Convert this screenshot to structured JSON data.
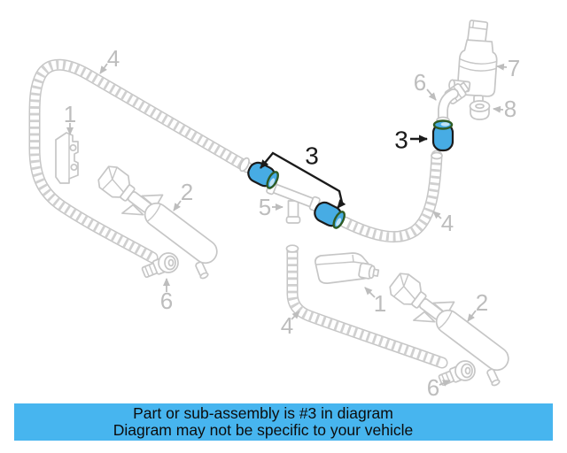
{
  "page": {
    "background": "#ffffff",
    "type": "parts-diagram"
  },
  "colors": {
    "line": "#c6c6c6",
    "ribs": "#d0d0d0",
    "label": "#bdbdbd",
    "callout": "#1b1b1b",
    "hl": "#47ace4",
    "rim": "#2f5b24",
    "banner-bg": "#47b5ef",
    "banner-text": "#0c0c0c"
  },
  "banner": {
    "line1": "Part or sub-assembly is #3 in diagram",
    "line2": "Diagram may not be specific to your vehicle"
  },
  "diagram": {
    "highlighted_item_number": "3",
    "labels": [
      {
        "part": "hose-top-left",
        "text": "4",
        "style": "gray"
      },
      {
        "part": "bracket-left",
        "text": "1",
        "style": "gray"
      },
      {
        "part": "spray-nozzle-left",
        "text": "2",
        "style": "gray"
      },
      {
        "part": "jet-left",
        "text": "6",
        "style": "gray"
      },
      {
        "part": "tee-connector",
        "text": "5",
        "style": "gray"
      },
      {
        "part": "hose-connector-pair",
        "text": "3",
        "style": "black"
      },
      {
        "part": "hose-connector-at-pump",
        "text": "3",
        "style": "black"
      },
      {
        "part": "elbow-connector",
        "text": "6",
        "style": "gray"
      },
      {
        "part": "washer-pump",
        "text": "7",
        "style": "gray"
      },
      {
        "part": "pump-grommet",
        "text": "8",
        "style": "gray"
      },
      {
        "part": "hose-right",
        "text": "4",
        "style": "gray"
      },
      {
        "part": "hose-bottom",
        "text": "4",
        "style": "gray"
      },
      {
        "part": "cover-box",
        "text": "1",
        "style": "gray"
      },
      {
        "part": "spray-nozzle-right",
        "text": "2",
        "style": "gray"
      },
      {
        "part": "jet-right",
        "text": "6",
        "style": "gray"
      }
    ]
  }
}
